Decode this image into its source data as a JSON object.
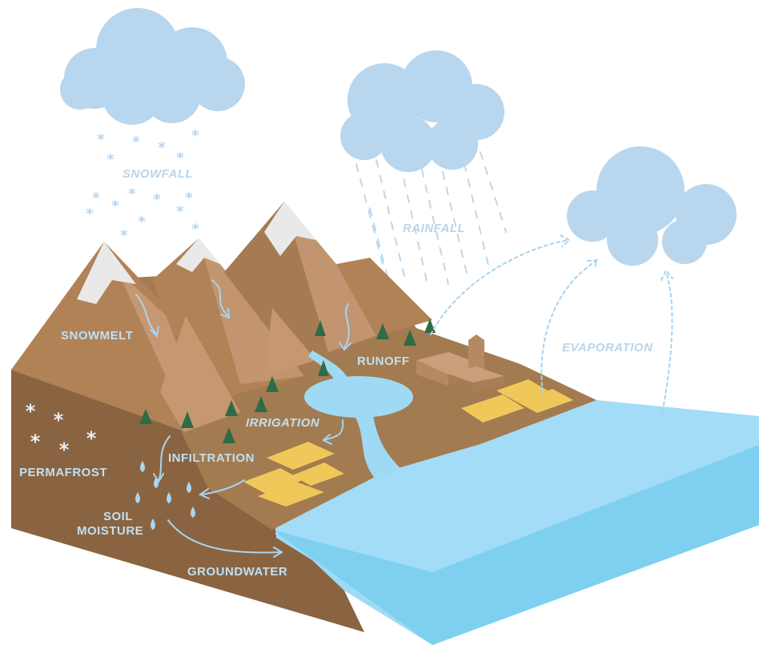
{
  "labels": {
    "snowfall": "SNOWFALL",
    "rainfall": "RAINFALL",
    "snowmelt": "SNOWMELT",
    "runoff": "RUNOFF",
    "evaporation": "EVAPORATION",
    "irrigation": "IRRIGATION",
    "infiltration": "INFILTRATION",
    "permafrost": "PERMAFROST",
    "soil_moisture_line1": "SOIL",
    "soil_moisture_line2": "MOISTURE",
    "groundwater": "GROUNDWATER"
  },
  "colors": {
    "cloud": "#b8d6ee",
    "snow": "#e9e9e9",
    "mountain_light": "#bd9067",
    "mountain_dark": "#a67a52",
    "land_top": "#a37b50",
    "soil_side": "#8a6440",
    "water_top": "#9fdaf5",
    "water_side": "#7fd0f0",
    "field": "#f0c85a",
    "tree": "#2f6b46",
    "label": "#bfe0f4"
  }
}
